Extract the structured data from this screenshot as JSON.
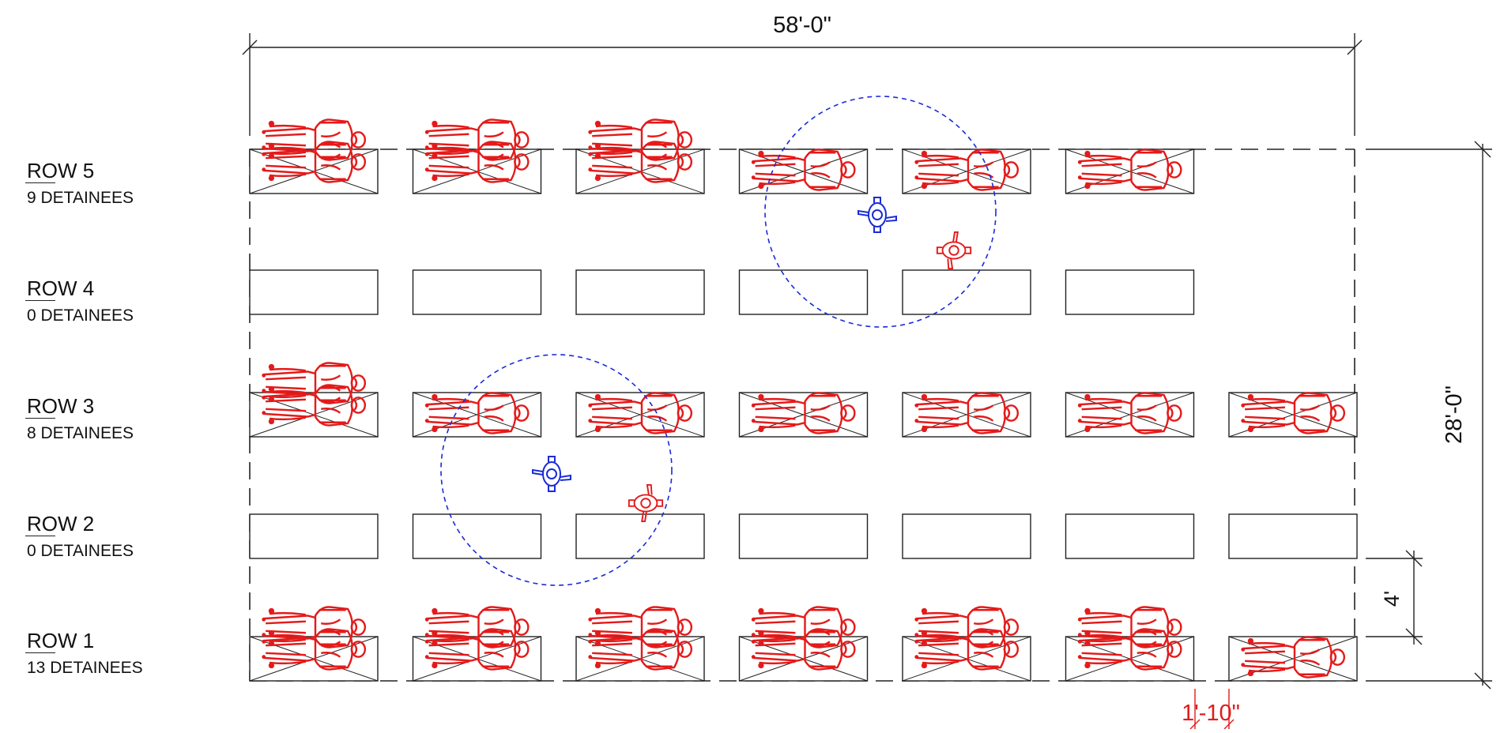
{
  "dimensions": {
    "overall_width": "58'-0\"",
    "overall_depth": "28'-0\"",
    "bench_spacing": "4'",
    "bench_gap": "1'-10\""
  },
  "rows": [
    {
      "label": "ROW 5",
      "count": "9 DETAINEES",
      "benches": [
        2,
        2,
        2,
        1,
        1,
        1
      ]
    },
    {
      "label": "ROW 4",
      "count": "0 DETAINEES",
      "benches": [
        0,
        0,
        0,
        0,
        0,
        0
      ]
    },
    {
      "label": "ROW 3",
      "count": "8 DETAINEES",
      "benches": [
        2,
        1,
        1,
        1,
        1,
        1,
        1
      ]
    },
    {
      "label": "ROW 2",
      "count": "0 DETAINEES",
      "benches": [
        0,
        0,
        0,
        0,
        0,
        0,
        0
      ]
    },
    {
      "label": "ROW 1",
      "count": "13 DETAINEES",
      "benches": [
        2,
        2,
        2,
        2,
        2,
        2,
        1
      ]
    }
  ],
  "colors": {
    "line": "#222222",
    "detainee": "#e41a1a",
    "guard": "#1a2bd6",
    "patrol_radius": "#1a2bd6",
    "accent_dimension": "#e41a1a"
  },
  "icons": {
    "detainee": "detainee-figure-icon",
    "guard": "guard-figure-icon",
    "patrol_radius": "patrol-radius-circle"
  }
}
